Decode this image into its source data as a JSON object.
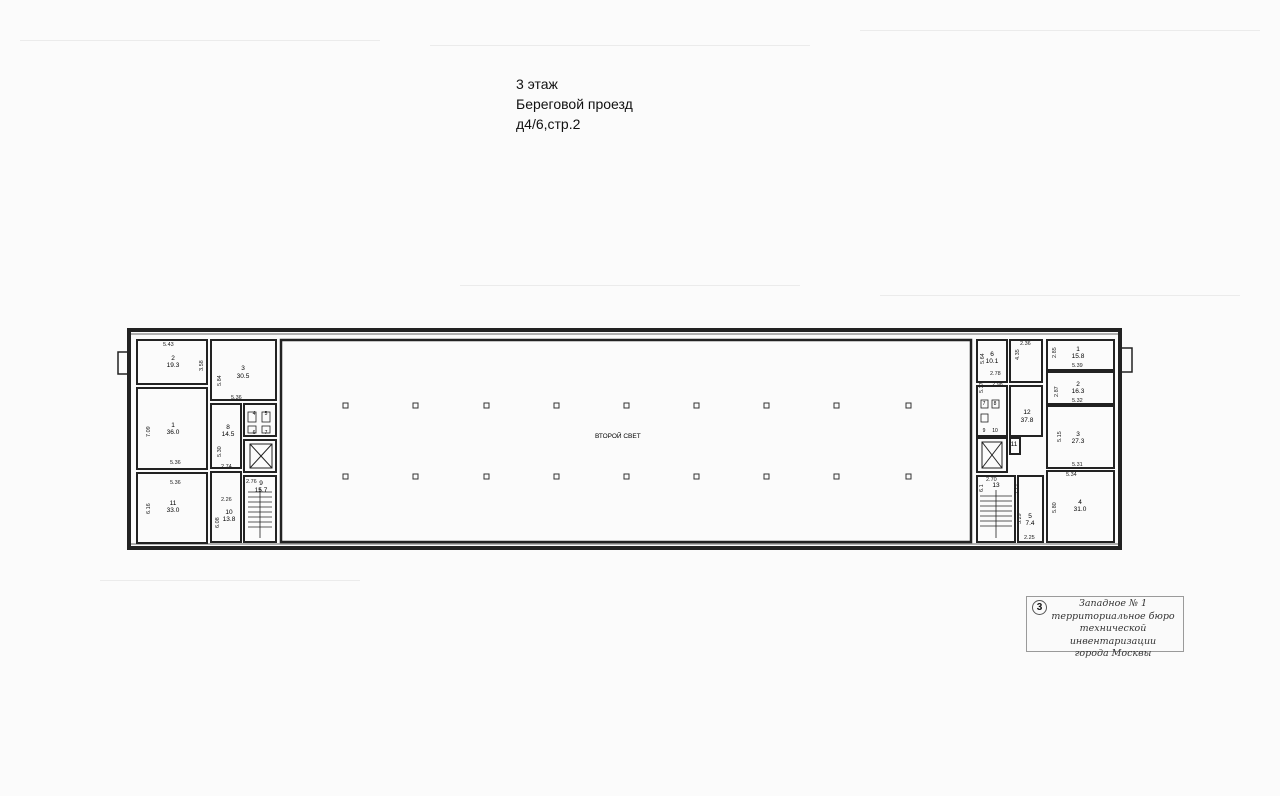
{
  "header": {
    "floor": "3 этаж",
    "street": "Береговой проезд",
    "building": "д4/6,стр.2"
  },
  "hall": {
    "label": "ВТОРОЙ СВЕТ"
  },
  "rooms_left": [
    {
      "num": "2",
      "area": "19.3"
    },
    {
      "num": "3",
      "area": "30.5"
    },
    {
      "num": "1",
      "area": "36.0"
    },
    {
      "num": "8",
      "area": "14.5"
    },
    {
      "num": "11",
      "area": "33.0"
    },
    {
      "num": "10",
      "area": "13.8"
    },
    {
      "num": "9",
      "area": "15.7"
    },
    {
      "num": "4",
      "area": ""
    },
    {
      "num": "5",
      "area": ""
    },
    {
      "num": "6",
      "area": ""
    },
    {
      "num": "7",
      "area": ""
    }
  ],
  "rooms_right": [
    {
      "num": "6",
      "area": "10.1"
    },
    {
      "num": "12",
      "area": "37.8"
    },
    {
      "num": "13",
      "area": ""
    },
    {
      "num": "1",
      "area": "15.8"
    },
    {
      "num": "2",
      "area": "16.3"
    },
    {
      "num": "3",
      "area": "27.3"
    },
    {
      "num": "4",
      "area": "31.0"
    },
    {
      "num": "5",
      "area": "7.4"
    },
    {
      "num": "11",
      "area": ""
    },
    {
      "num": "7",
      "area": ""
    },
    {
      "num": "8",
      "area": ""
    },
    {
      "num": "9",
      "area": ""
    },
    {
      "num": "10",
      "area": ""
    }
  ],
  "dims_left": [
    "5.43",
    "3.58",
    "5.84",
    "5.36",
    "7.09",
    "5.36",
    "5.30",
    "2.74",
    "5.36",
    "6.16",
    "2.26",
    "6.08",
    "2.76"
  ],
  "dims_right": [
    "2.36",
    "4.35",
    "5.64",
    "2.78",
    "2.98",
    "5.37",
    "2.85",
    "5.39",
    "2.87",
    "5.32",
    "5.15",
    "5.31",
    "5.34",
    "5.80",
    "2.70",
    "2.12",
    "3.29",
    "2.25",
    "6.1"
  ],
  "stamp": {
    "number": "3",
    "lines": [
      "Западное № 1",
      "территориальное бюро",
      "технической инвентаризации",
      "города Москвы"
    ]
  }
}
